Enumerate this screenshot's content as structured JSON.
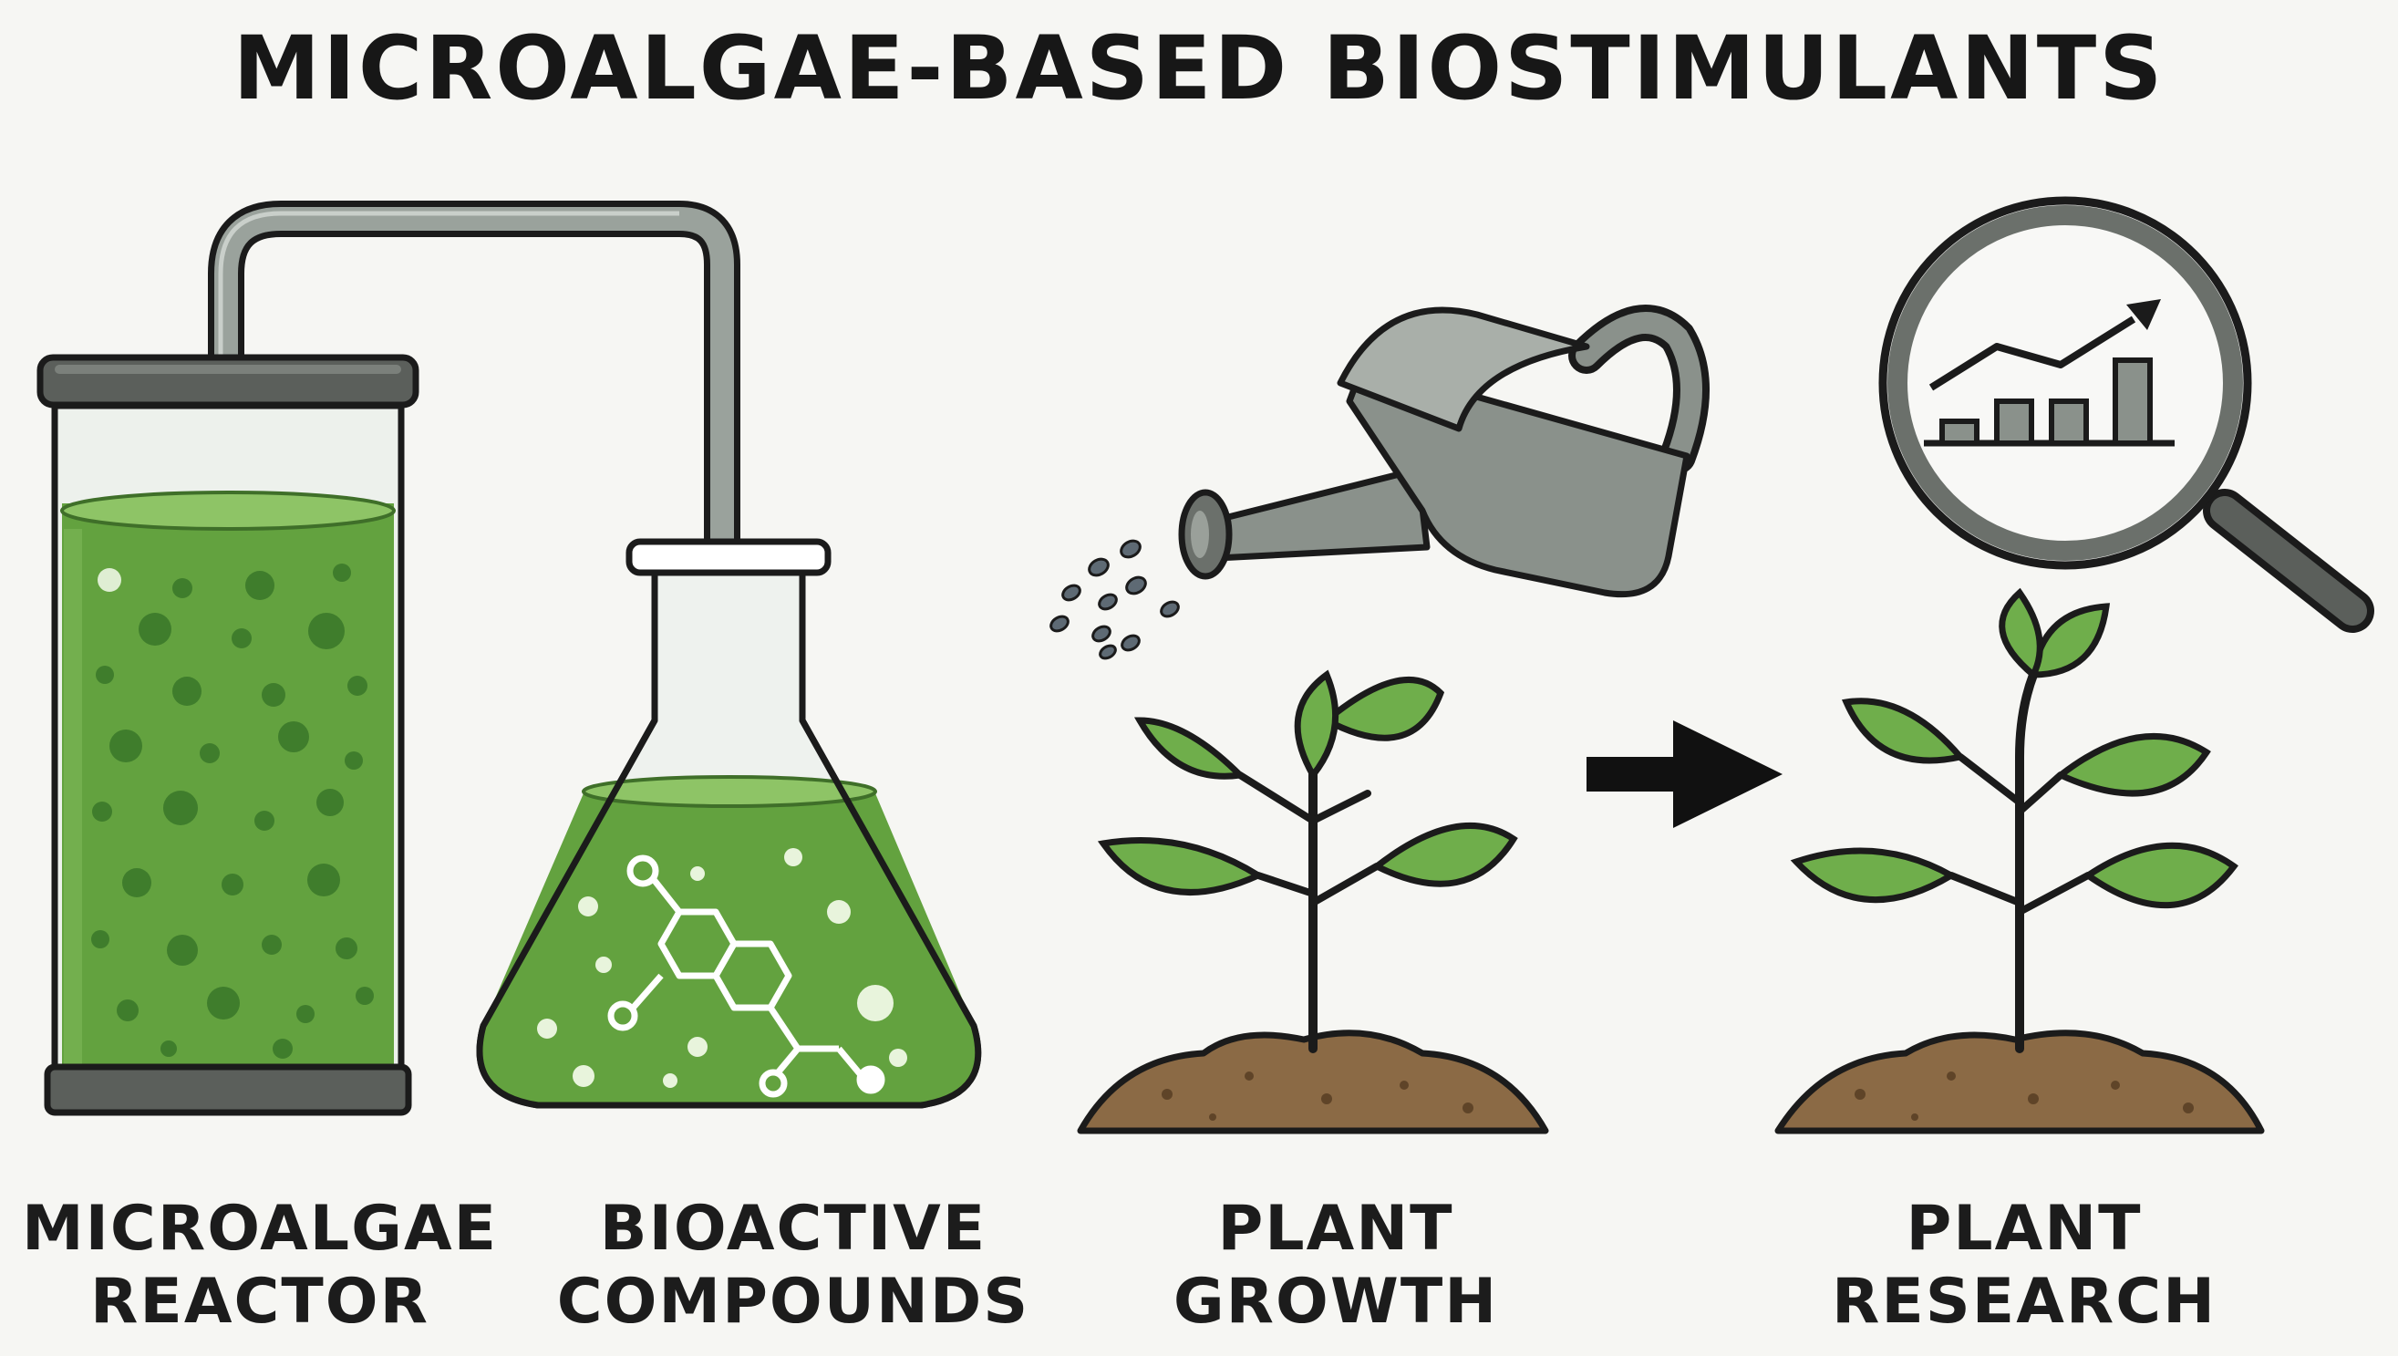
{
  "title": "MICROALGAE-BASED BIOSTIMULANTS",
  "labels": {
    "reactor": [
      "MICROALGAE",
      "REACTOR"
    ],
    "compounds": [
      "BIOACTIVE",
      "COMPOUNDS"
    ],
    "growth": [
      "PLANT",
      "GROWTH"
    ],
    "research": [
      "PLANT",
      "RESEARCH"
    ]
  },
  "colors": {
    "algae_green": "#5f9e3d",
    "algae_light": "#7fb557",
    "leaf_green": "#6fae4b",
    "soil_brown": "#8b6a45",
    "metal_gray": "#8a918b",
    "outline": "#1b1b1b",
    "background": "#f6f6f3"
  },
  "icons": [
    "microalgae-reactor-icon",
    "tube-icon",
    "erlenmeyer-flask-icon",
    "molecule-icon",
    "watering-can-icon",
    "water-drops-icon",
    "plant-seedling-icon",
    "arrow-right-icon",
    "magnifying-glass-icon",
    "growth-chart-icon"
  ]
}
